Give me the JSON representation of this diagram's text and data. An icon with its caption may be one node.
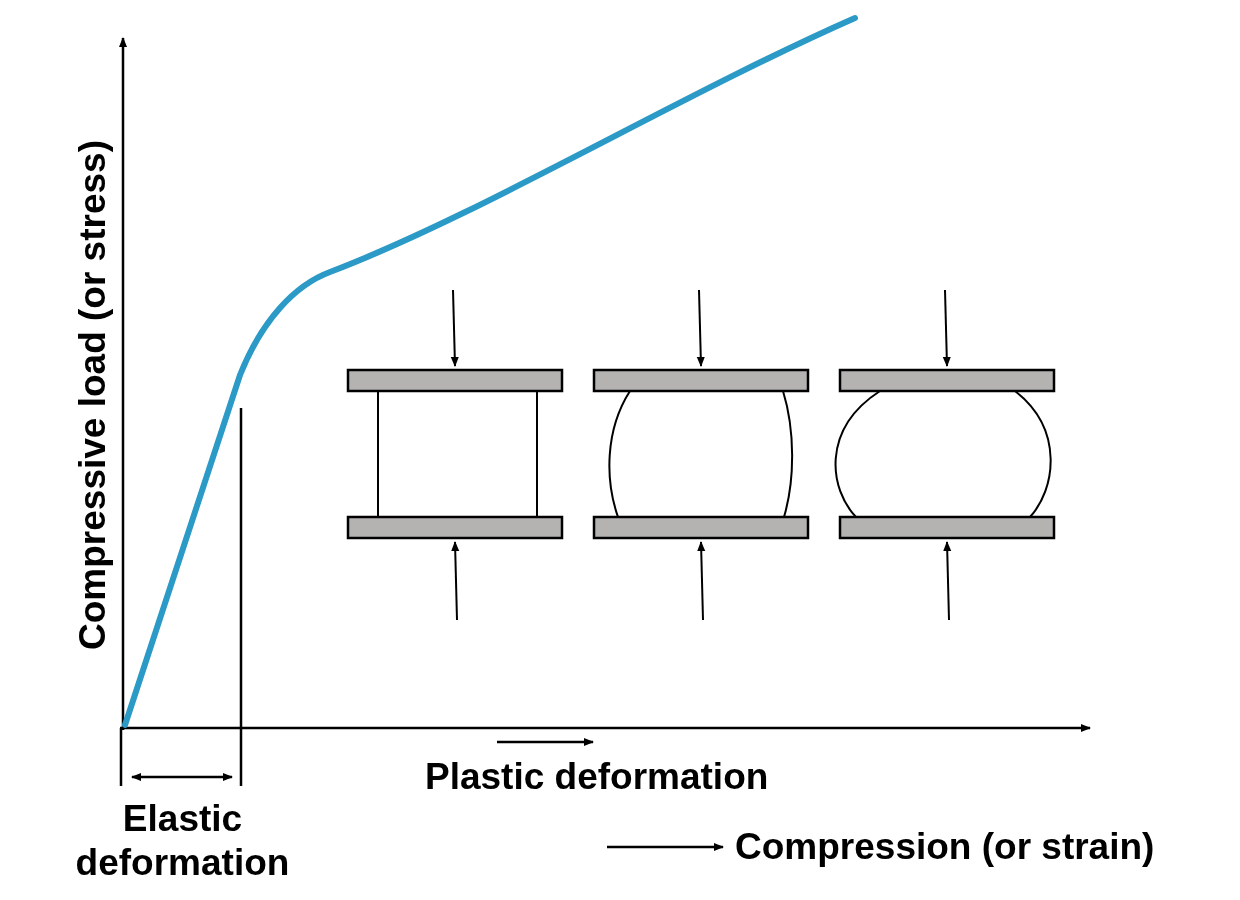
{
  "diagram": {
    "labels": [
      "Compressive load (or stress)",
      "Elastic deformation",
      "Plastic deformation",
      "Compression (or strain)"
    ]
  }
}
